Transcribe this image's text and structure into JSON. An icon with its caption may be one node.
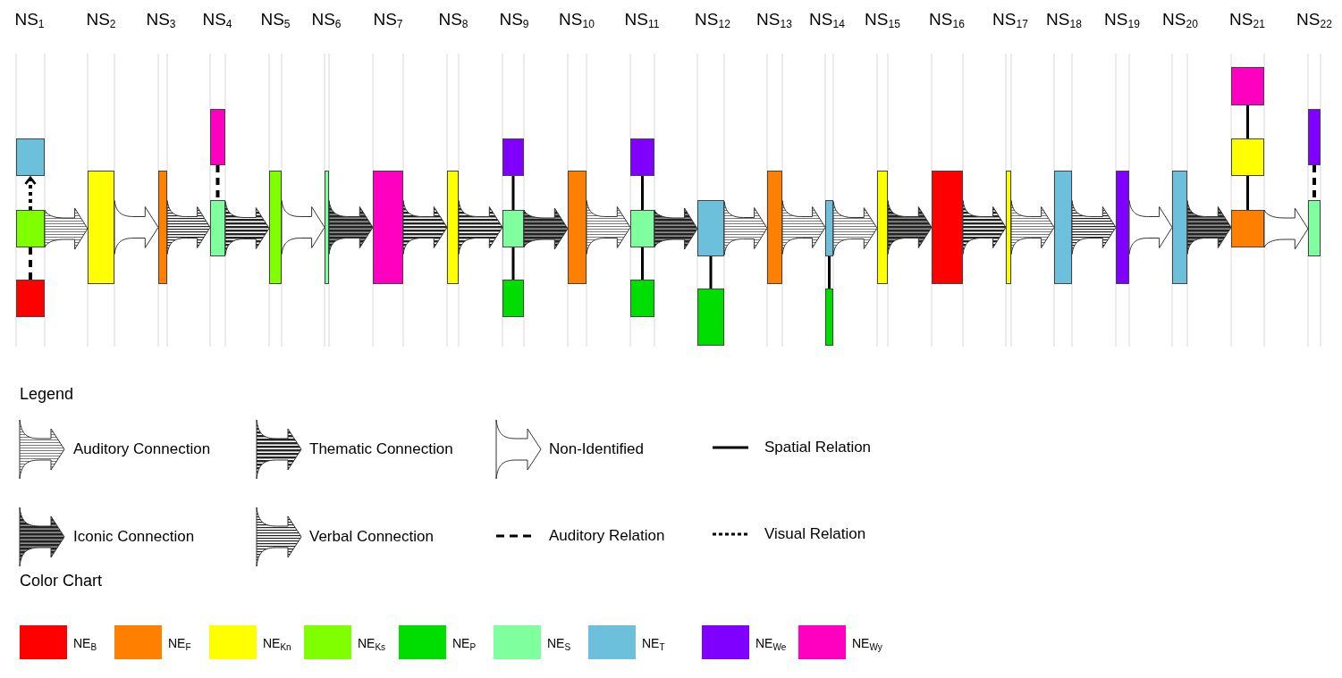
{
  "diagram": {
    "nodes": [
      {
        "text": [],
        "shape": "box"
      },
      {
        "text": [],
        "shape": "box"
      },
      {
        "text": [],
        "shape": "box"
      },
      {
        "text": [],
        "shape": "box"
      },
      {
        "text": [],
        "shape": "box"
      },
      {
        "text": [],
        "shape": "box"
      },
      {
        "text": [],
        "shape": "box"
      },
      {
        "text": [],
        "shape": "box"
      },
      {
        "text": [],
        "shape": "box"
      },
      {
        "text": [],
        "shape": "box"
      },
      {
        "text": [],
        "shape": "box"
      },
      {
        "text": [],
        "shape": "box"
      },
      {
        "text": [],
        "shape": "box"
      },
      {
        "text": [],
        "shape": "box"
      },
      {
        "text": [],
        "shape": "box"
      },
      {
        "text": [],
        "shape": "box"
      },
      {
        "text": [],
        "shape": "box"
      },
      {
        "text": [],
        "shape": "box"
      },
      {
        "text": [],
        "shape": "box"
      },
      {
        "text": [],
        "shape": "box"
      },
      {
        "text": [],
        "shape": "box"
      },
      {
        "text": [],
        "shape": "box"
      },
      {
        "text": [],
        "shape": "box"
      },
      {
        "text": [],
        "shape": "box"
      },
      {
        "text": [],
        "shape": "box"
      },
      {
        "text": [],
        "shape": "box"
      },
      {
        "text": [],
        "shape": "box"
      },
      {
        "text": [],
        "shape": "box"
      },
      {
        "text": [],
        "shape": "box"
      },
      {
        "text": [],
        "shape": "box"
      },
      {
        "text": [],
        "shape": "box"
      },
      {
        "text": [],
        "shape": "box"
      },
      {
        "text": [],
        "shape": "box"
      },
      {
        "text": [],
        "shape": "box"
      }
    ],
    "edges": [
      {
        "from": 1,
        "to": 3,
        "arrow": "to"
      },
      {
        "from": 3,
        "to": 4,
        "arrow": "to"
      },
      {
        "from": 4,
        "to": 6,
        "arrow": "to"
      },
      {
        "from": 6,
        "to": 7,
        "arrow": "to"
      },
      {
        "from": 7,
        "to": 8,
        "arrow": "to"
      },
      {
        "from": 8,
        "to": 9,
        "arrow": "to"
      },
      {
        "from": 9,
        "to": 10,
        "arrow": "to"
      },
      {
        "from": 10,
        "to": 12,
        "arrow": "to"
      },
      {
        "from": 12,
        "to": 14,
        "arrow": "to"
      },
      {
        "from": 14,
        "to": 16,
        "arrow": "to"
      },
      {
        "from": 16,
        "to": 18,
        "arrow": "to"
      },
      {
        "from": 18,
        "to": 20,
        "arrow": "to"
      },
      {
        "from": 20,
        "to": 21,
        "arrow": "to"
      },
      {
        "from": 21,
        "to": 23,
        "arrow": "to"
      },
      {
        "from": 23,
        "to": 24,
        "arrow": "to"
      },
      {
        "from": 24,
        "to": 25,
        "arrow": "to"
      },
      {
        "from": 25,
        "to": 26,
        "arrow": "to"
      },
      {
        "from": 26,
        "to": 27,
        "arrow": "to"
      },
      {
        "from": 27,
        "to": 28,
        "arrow": "to"
      },
      {
        "from": 28,
        "to": 31,
        "arrow": "to"
      },
      {
        "from": 31,
        "to": 33,
        "arrow": "to"
      },
      {
        "from": 1,
        "to": 2,
        "arrow": "none",
        "style": "dashed"
      },
      {
        "from": 1,
        "to": 0,
        "arrow": "to",
        "style": "dashed"
      },
      {
        "from": 5,
        "to": 6,
        "arrow": "none",
        "style": "dashed"
      },
      {
        "from": 11,
        "to": 12,
        "arrow": "none"
      },
      {
        "from": 12,
        "to": 13,
        "arrow": "none"
      },
      {
        "from": 15,
        "to": 16,
        "arrow": "none"
      },
      {
        "from": 16,
        "to": 17,
        "arrow": "none"
      },
      {
        "from": 18,
        "to": 19,
        "arrow": "none"
      },
      {
        "from": 21,
        "to": 22,
        "arrow": "none"
      },
      {
        "from": 29,
        "to": 30,
        "arrow": "none"
      },
      {
        "from": 30,
        "to": 31,
        "arrow": "none"
      },
      {
        "from": 32,
        "to": 33,
        "arrow": "none",
        "style": "dashed"
      }
    ],
    "labels": [
      "NS$_{1}$",
      "NS$_{2}$",
      "NS$_{3}$",
      "NS$_{4}$",
      "NS$_{5}$",
      "NS$_{6}$",
      "NS$_{7}$",
      "NS$_{8}$",
      "NS$_{9}$",
      "NS$_{10}$",
      "NS$_{11}$",
      "NS$_{12}$",
      "NS$_{13}$",
      "NS$_{14}$",
      "NS$_{15}$",
      "NS$_{16}$",
      "NS$_{17}$",
      "NS$_{18}$",
      "NS$_{19}$",
      "NS$_{20}$",
      "NS$_{21}$",
      "NS$_{22}$",
      "Legend",
      "Color Chart"
    ],
    "legend": [
      {
        "text": "Auditory Connection"
      },
      {
        "text": "Thematic Connection"
      },
      {
        "text": "Non-Identified"
      },
      {
        "text": "Spatial Relation"
      },
      {
        "text": "Iconic Connection"
      },
      {
        "text": "Verbal Connection"
      },
      {
        "text": "Auditory Relation"
      },
      {
        "text": "Visual Relation"
      },
      {
        "text": "NE$_{B}$",
        "color": "#ff0000"
      },
      {
        "text": "NE$_{F}$",
        "color": "#ff8000"
      },
      {
        "text": "NE$_{Kn}$",
        "color": "#ffff00"
      },
      {
        "text": "NE$_{Ks}$",
        "color": "#80ff00"
      },
      {
        "text": "NE$_{P}$",
        "color": "#00dd00"
      },
      {
        "text": "NE$_{S}$",
        "color": "#80ff9f"
      },
      {
        "text": "NE$_{T}$",
        "color": "#6cc0dc"
      },
      {
        "text": "NE$_{We}$",
        "color": "#8000ff"
      },
      {
        "text": "NE$_{Wy}$",
        "color": "#ff00c0"
      }
    ]
  }
}
